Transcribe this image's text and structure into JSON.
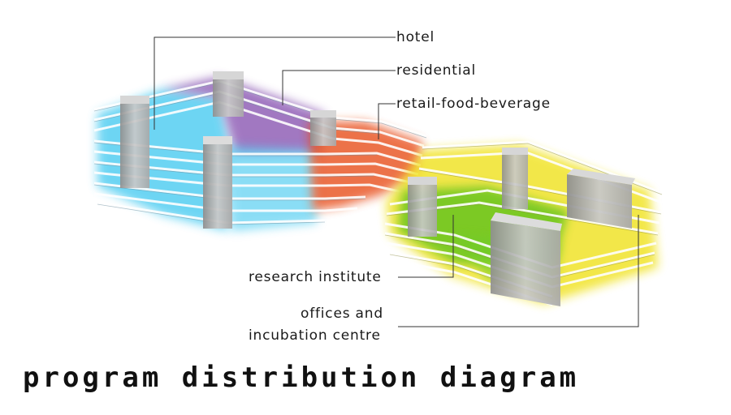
{
  "labels": {
    "hotel": "hotel",
    "residential": "residential",
    "retail": "retail-food-beverage",
    "research": "research institute",
    "offices_line1": "offices and",
    "offices_line2": "incubation centre"
  },
  "title": "program distribution diagram",
  "colors": {
    "hotel": "#3ec8f0",
    "residential": "#7a3fa8",
    "retail": "#e8501e",
    "research": "#5fc21c",
    "offices": "#f0e21a",
    "core": "#bdbdbd",
    "leader_line": "#333333"
  }
}
